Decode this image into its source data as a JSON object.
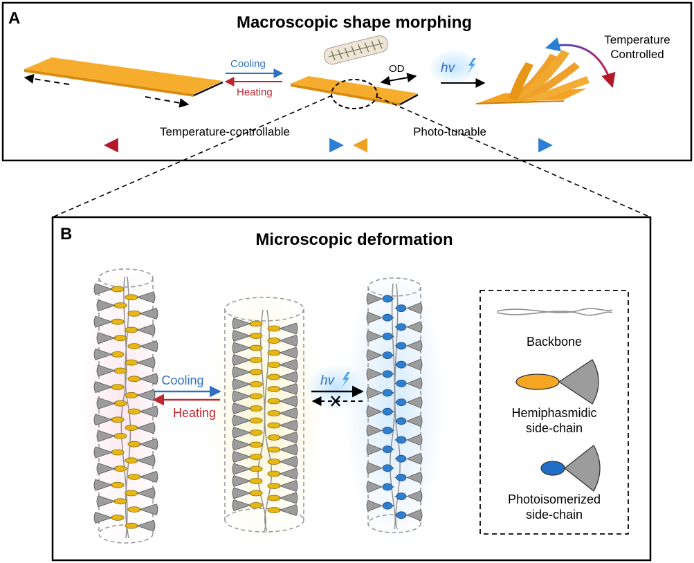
{
  "panel_a": {
    "letter": "A",
    "title": "Macroscopic shape morphing",
    "cooling": "Cooling",
    "heating": "Heating",
    "od": "OD",
    "hv": "hv",
    "temperature_controlled_line1": "Temperature",
    "temperature_controlled_line2": "Controlled",
    "temperature_controllable": "Temperature-controllable",
    "photo_tunable": "Photo-tunable"
  },
  "panel_b": {
    "letter": "B",
    "title": "Microscopic deformation",
    "cooling": "Cooling",
    "heating": "Heating",
    "hv": "hv",
    "legend": {
      "backbone": "Backbone",
      "hemiphasmidic_line1": "Hemiphasmidic",
      "hemiphasmidic_line2": "side-chain",
      "photoisomerized_line1": "Photoisomerized",
      "photoisomerized_line2": "side-chain"
    }
  },
  "colors": {
    "strip_orange": "#f5a623",
    "strip_shadow": "#d98a10",
    "cooling_blue": "#2e6fc0",
    "heating_red": "#c0262d",
    "hemiphasmidic_yellow": "#e7b715",
    "photoisomerized_blue": "#2f7fd0",
    "tail_gray": "#9c9c9c"
  },
  "icons": [
    "dashed-double-arrow-icon",
    "lightning-icon",
    "cylinder-icon",
    "cross-icon"
  ]
}
